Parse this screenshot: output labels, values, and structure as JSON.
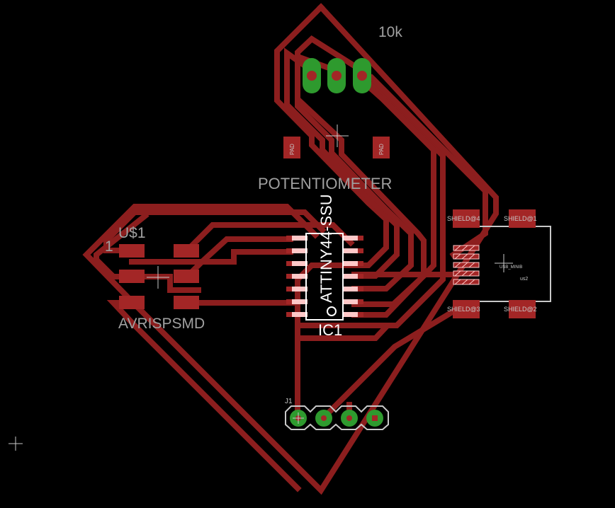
{
  "canvas": {
    "background": "#000000"
  },
  "colors": {
    "trace": "#8c1e1e",
    "pad": "#a32626",
    "via": "#2e9a2e",
    "silk": "#c8c8c8",
    "label": "#a0a0a0",
    "smd_stripe": "#ffc8c8"
  },
  "labels": {
    "pot_value": "10k",
    "pot_name": "POTENTIOMETER",
    "pad_left": "PAD",
    "pad_right": "PAD",
    "isp_name": "U$1",
    "isp_pin1": "1",
    "isp_value": "AVRISPSMD",
    "ic_value": "ATTINY44-SSU",
    "ic_name": "IC1",
    "header_name": "J1",
    "usb_value": "USB_MINIB",
    "usb_name": "us2",
    "shield4": "SHIELD@4",
    "shield1": "SHIELD@1",
    "shield3": "SHIELD@3",
    "shield2": "SHIELD@2"
  },
  "icons": {
    "origin_cross": "crosshair-icon",
    "component_origin": "crosshair-icon"
  }
}
